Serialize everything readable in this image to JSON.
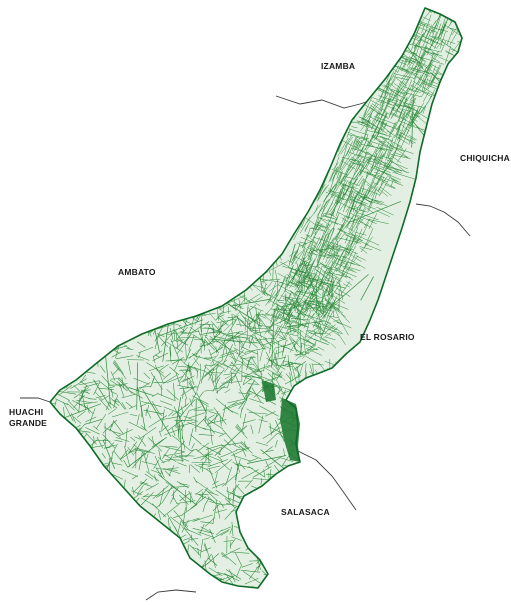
{
  "map": {
    "colors": {
      "parcel_fill": "#e3efe2",
      "parcel_line": "#2e8b3c",
      "boundary_line": "#0f6b28",
      "dense_patch": "#1f7a33",
      "outside_line": "#3a3a3a"
    },
    "labels": {
      "izamba": "IZAMBA",
      "chiquicha": "CHIQUICHA",
      "ambato": "AMBATO",
      "el_rosario": "EL ROSARIO",
      "huachi_line1": "HUACHI",
      "huachi_line2": "GRANDE",
      "salasaca": "SALASACA"
    }
  }
}
